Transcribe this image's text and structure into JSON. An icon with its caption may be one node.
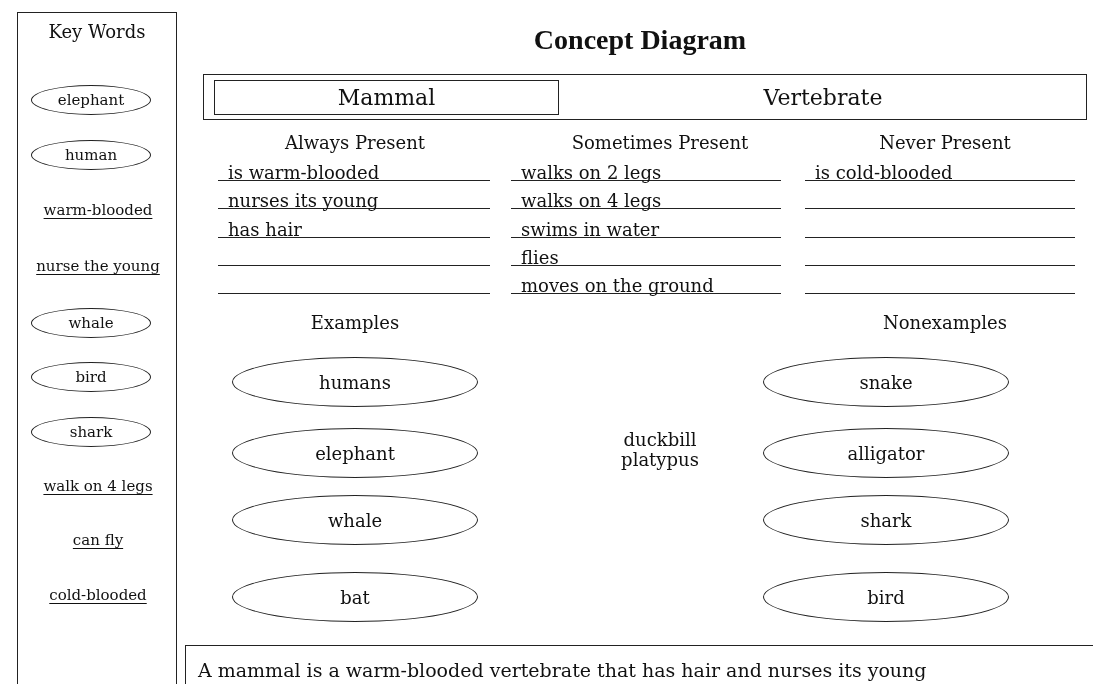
{
  "diagram": {
    "title": "Concept Diagram",
    "nodes": [
      {
        "text": [
          "Key Words"
        ]
      },
      {
        "text": [
          "elephant"
        ],
        "in": 0
      },
      {
        "text": [
          "human"
        ],
        "in": 0
      },
      {
        "text": [
          "whale"
        ],
        "in": 0
      },
      {
        "text": [
          "bird"
        ],
        "in": 0
      },
      {
        "text": [
          "shark"
        ],
        "in": 0
      },
      {
        "text": [
          "Vertebrate"
        ]
      },
      {
        "text": [
          "Mammal"
        ],
        "in": 6
      },
      {
        "text": [
          "humans"
        ]
      },
      {
        "text": [
          "elephant"
        ]
      },
      {
        "text": [
          "whale"
        ]
      },
      {
        "text": [
          "bat"
        ]
      },
      {
        "text": [
          "snake"
        ]
      },
      {
        "text": [
          "alligator"
        ]
      },
      {
        "text": [
          "shark"
        ]
      },
      {
        "text": [
          "bird"
        ]
      },
      {
        "text": [
          "A mammal is a warm-blooded vertebrate that has hair and nurses its young"
        ]
      }
    ],
    "labels": [
      "warm-blooded",
      "nurse the young",
      "walk on 4 legs",
      "can fly",
      "cold-blooded",
      "Always Present",
      "Sometimes Present",
      "Never Present",
      "is warm-blooded",
      "walks on 2 legs",
      "is cold-blooded",
      "nurses its young",
      "walks on 4 legs",
      "has hair",
      "swims in water",
      "flies",
      "moves on the ground",
      "Examples",
      "Nonexamples",
      "duckbill platypus"
    ]
  }
}
